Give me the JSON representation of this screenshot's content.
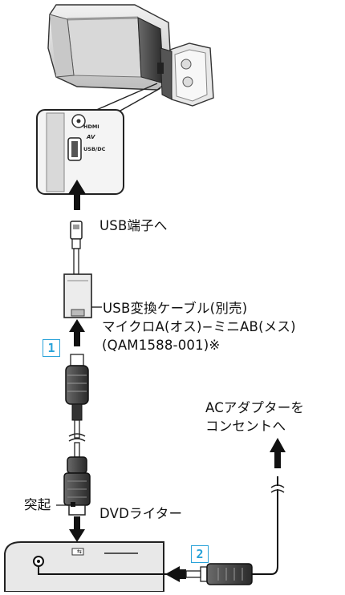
{
  "labels": {
    "usb_terminal": "USB端子へ",
    "cable_line1": "USB変換ケーブル(別売)",
    "cable_line2": "マイクロA(オス)−ミニAB(メス)",
    "cable_line3": "(QAM1588-001)※",
    "ac_line1": "ACアダプターを",
    "ac_line2": "コンセントへ",
    "protrusion": "突起",
    "dvd_writer": "DVDライター",
    "port_av": "AV",
    "port_usb_dc": "USB/DC",
    "port_hdmi": "HDMI"
  },
  "steps": {
    "step1": "1",
    "step2": "2"
  },
  "colors": {
    "step_accent": "#2aa3d9",
    "device_fill": "#e6e6e6",
    "device_stroke": "#222222"
  },
  "icons": [
    "camcorder-icon",
    "dvd-writer-icon",
    "usb-cable-icon",
    "ac-plug-icon",
    "arrow-up-icon",
    "arrow-down-icon",
    "arrow-left-icon"
  ]
}
